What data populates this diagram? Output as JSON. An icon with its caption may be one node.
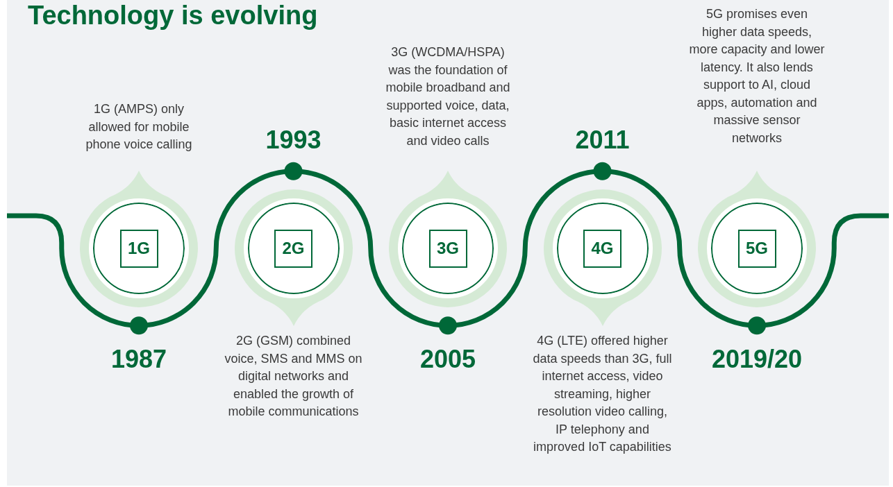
{
  "diagram": {
    "title": "Technology is evolving",
    "nodes": [
      {
        "text": [
          "1G"
        ],
        "beside": [
          "1987",
          "1G (AMPS) only allowed for mobile phone voice calling"
        ]
      },
      {
        "text": [
          "2G"
        ],
        "beside": [
          "1993",
          "2G (GSM) combined voice, SMS and MMS on digital networks and enabled the growth of mobile communications"
        ]
      },
      {
        "text": [
          "3G"
        ],
        "beside": [
          "2005",
          "3G (WCDMA/HSPA) was the foundation of mobile broadband and supported voice, data, basic internet access and video calls"
        ]
      },
      {
        "text": [
          "4G"
        ],
        "beside": [
          "2011",
          "4G (LTE) offered higher data speeds than 3G, full internet access, video streaming, higher resolution video calling, IP telephony and improved IoT capabilities"
        ]
      },
      {
        "text": [
          "5G"
        ],
        "beside": [
          "2019/20",
          "5G promises even higher data speeds, more capacity and lower latency. It also lends support to AI, cloud apps, automation and massive sensor networks"
        ]
      }
    ]
  }
}
